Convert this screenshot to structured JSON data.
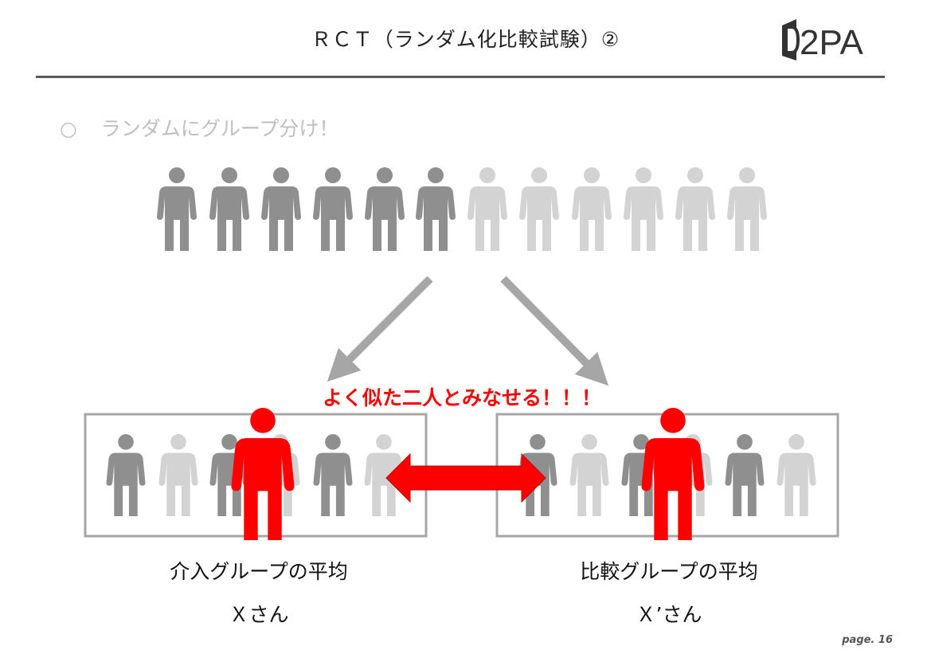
{
  "title": "ＲＣＴ（ランダム化比較試験）②",
  "logo": "D2PA",
  "bullet": {
    "marker": "○",
    "text": "ランダムにグループ分け！"
  },
  "callout": "よく似た二人とみなせる！！！",
  "left_group": {
    "label": "介入グループの平均",
    "person": "Ｘさん"
  },
  "right_group": {
    "label": "比較グループの平均",
    "person": "Ｘ’さん"
  },
  "page": "page. 16",
  "colors": {
    "dark_person": "#8f8f8f",
    "light_person": "#d3d3d3",
    "accent": "#ff0000",
    "arrow": "#a6a6a6"
  }
}
